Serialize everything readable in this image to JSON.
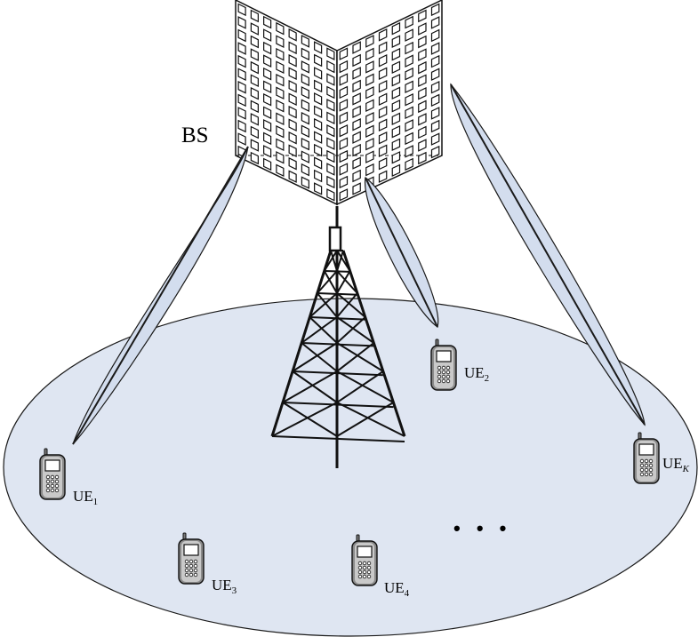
{
  "base_station": {
    "label": "BS"
  },
  "users": [
    {
      "name": "UE",
      "sub": "1"
    },
    {
      "name": "UE",
      "sub": "2"
    },
    {
      "name": "UE",
      "sub": "3"
    },
    {
      "name": "UE",
      "sub": "4"
    },
    {
      "name": "UE",
      "sub": "K"
    }
  ],
  "ellipsis": "• • •",
  "colors": {
    "cell": "#dfe6f2",
    "beam": "#d3ddee",
    "stroke": "#1a1a1a"
  }
}
